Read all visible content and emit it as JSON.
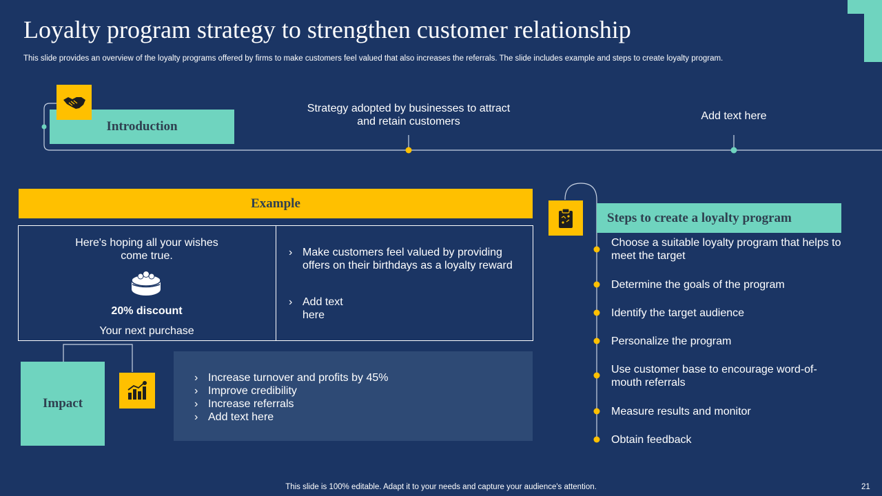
{
  "slide": {
    "title": "Loyalty program strategy to strengthen customer relationship",
    "subtitle": "This slide provides an overview of the loyalty programs offered by firms to make customers feel valued that also increases the referrals. The slide includes example and steps to create loyalty program.",
    "footer": "This slide is 100% editable. Adapt it to your needs and capture your audience's attention.",
    "page_number": "21"
  },
  "colors": {
    "background": "#1b3564",
    "teal": "#6fd4bf",
    "yellow": "#ffc000",
    "panel": "#2e4a75"
  },
  "introduction": {
    "label": "Introduction",
    "icon": "handshake-icon",
    "point1": "Strategy adopted by businesses to attract and retain customers",
    "point2": "Add text here"
  },
  "example": {
    "header": "Example",
    "card_line": "Here's hoping all your wishes come true.",
    "card_icon": "cake-icon",
    "discount": "20% discount",
    "discount_note": "Your next purchase",
    "bullets": [
      "Make customers feel valued by providing offers on their birthdays as a loyalty reward",
      "Add text here"
    ]
  },
  "impact": {
    "label": "Impact",
    "icon": "growth-chart-icon",
    "bullets": [
      "Increase turnover and profits by 45%",
      "Improve credibility",
      "Increase referrals",
      "Add text here"
    ]
  },
  "steps": {
    "header": "Steps to create a loyalty program",
    "icon": "clipboard-icon",
    "items": [
      "Choose a suitable loyalty program that helps to meet the target",
      "Determine the goals of the program",
      "Identify the target audience",
      "Personalize the program",
      "Use customer base to encourage word-of-mouth referrals",
      "Measure results and monitor",
      "Obtain feedback"
    ]
  }
}
